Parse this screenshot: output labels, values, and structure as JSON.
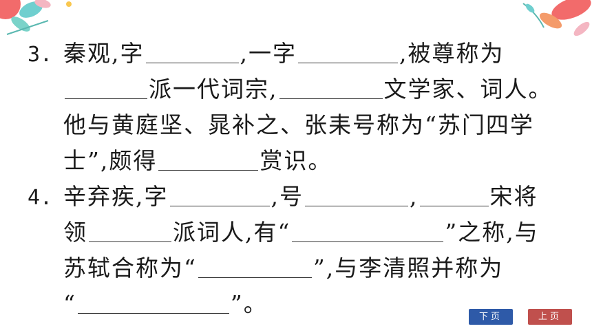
{
  "colors": {
    "next_button": "#2e5aa8",
    "prev_button": "#c0504d"
  },
  "questions": [
    {
      "number": "3.",
      "lines": [
        [
          "秦观,字",
          "",
          ",一字",
          "",
          ",被尊称为"
        ],
        [
          "",
          "派一代词宗,",
          "",
          "文学家、词人。"
        ],
        [
          "他与黄庭坚、晁补之、张耒号称为“苏门四学"
        ],
        [
          "士”,颇得",
          "",
          "赏识。"
        ]
      ]
    },
    {
      "number": "4.",
      "lines": [
        [
          "辛弃疾,字",
          "",
          ",号",
          "",
          ",",
          "",
          "宋将"
        ],
        [
          "领",
          "",
          "派词人,有“",
          "",
          "”之称,与"
        ],
        [
          "苏轼合称为“",
          "",
          "”,与李清照并称为"
        ],
        [
          "“",
          "",
          "”。"
        ]
      ]
    }
  ],
  "nav": {
    "next_label": "下页",
    "prev_label": "上页"
  }
}
